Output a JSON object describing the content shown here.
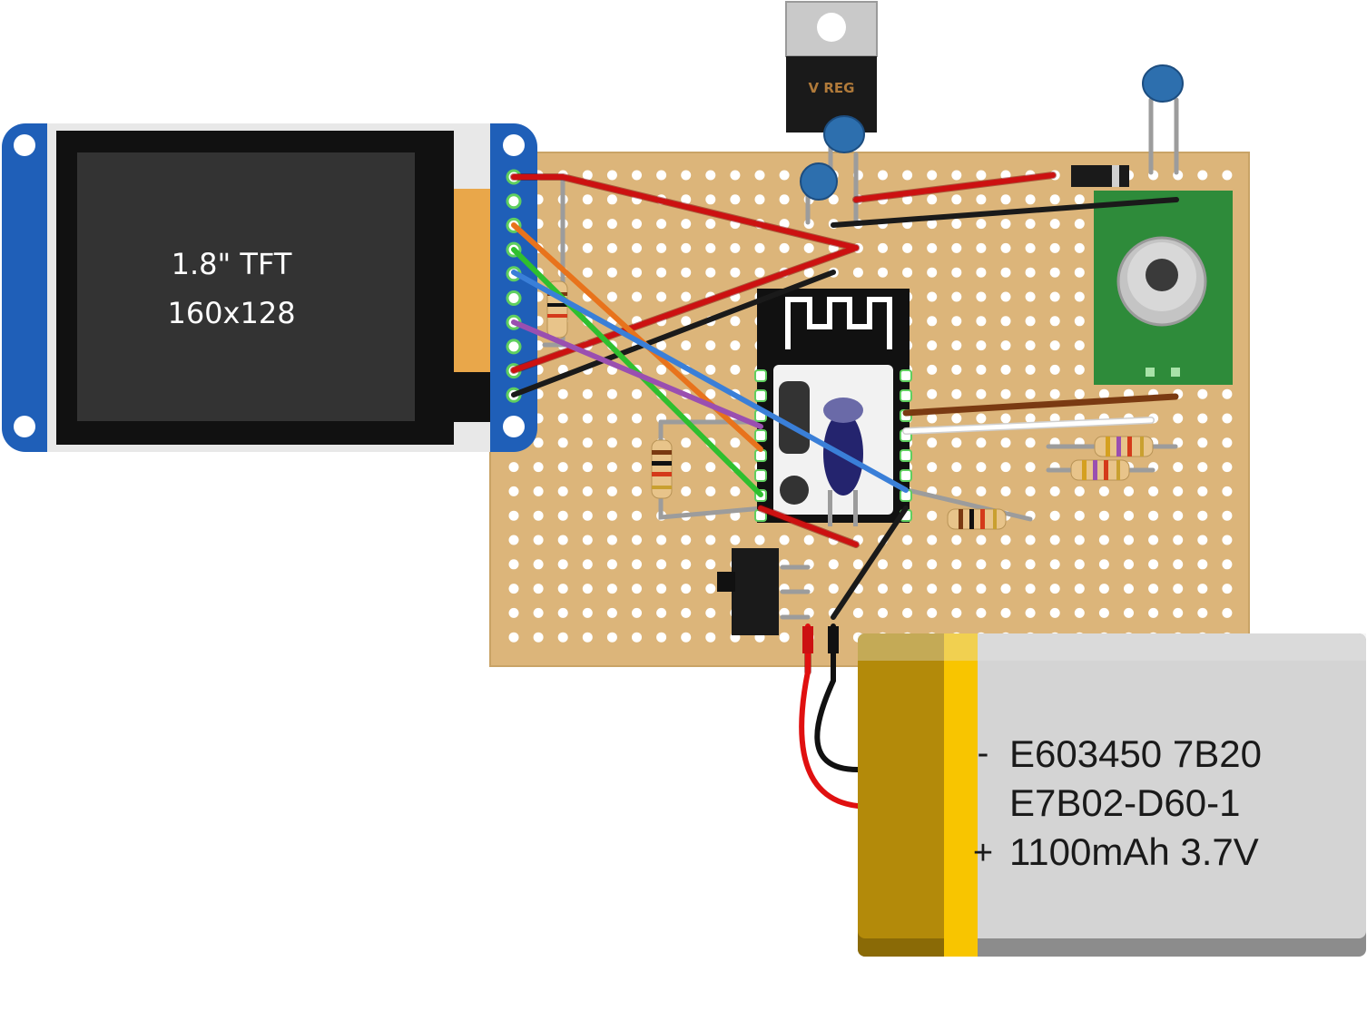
{
  "tft": {
    "line1": "1.8\" TFT",
    "line2": "160x128"
  },
  "regulator": {
    "label": "V REG"
  },
  "battery": {
    "line1": "E603450 7B20",
    "line2": "E7B02-D60-1",
    "line3": "1100mAh 3.7V",
    "minus": "-",
    "plus": "+"
  },
  "colors": {
    "board": "#dcb57a",
    "tft_frame": "#1f5fb8",
    "sensor_pcb": "#2e8b3a",
    "battery_gold": "#b38a0a",
    "battery_yellow": "#f8c500",
    "battery_silver": "#d4d4d4",
    "wire_red": "#cc1111",
    "wire_black": "#1a1a1a",
    "wire_orange": "#e8731c",
    "wire_green": "#2fbf2f",
    "wire_blue": "#3a7fd8",
    "wire_purple": "#9a4fb0",
    "wire_brown": "#7a3a12",
    "wire_white": "#ffffff"
  }
}
